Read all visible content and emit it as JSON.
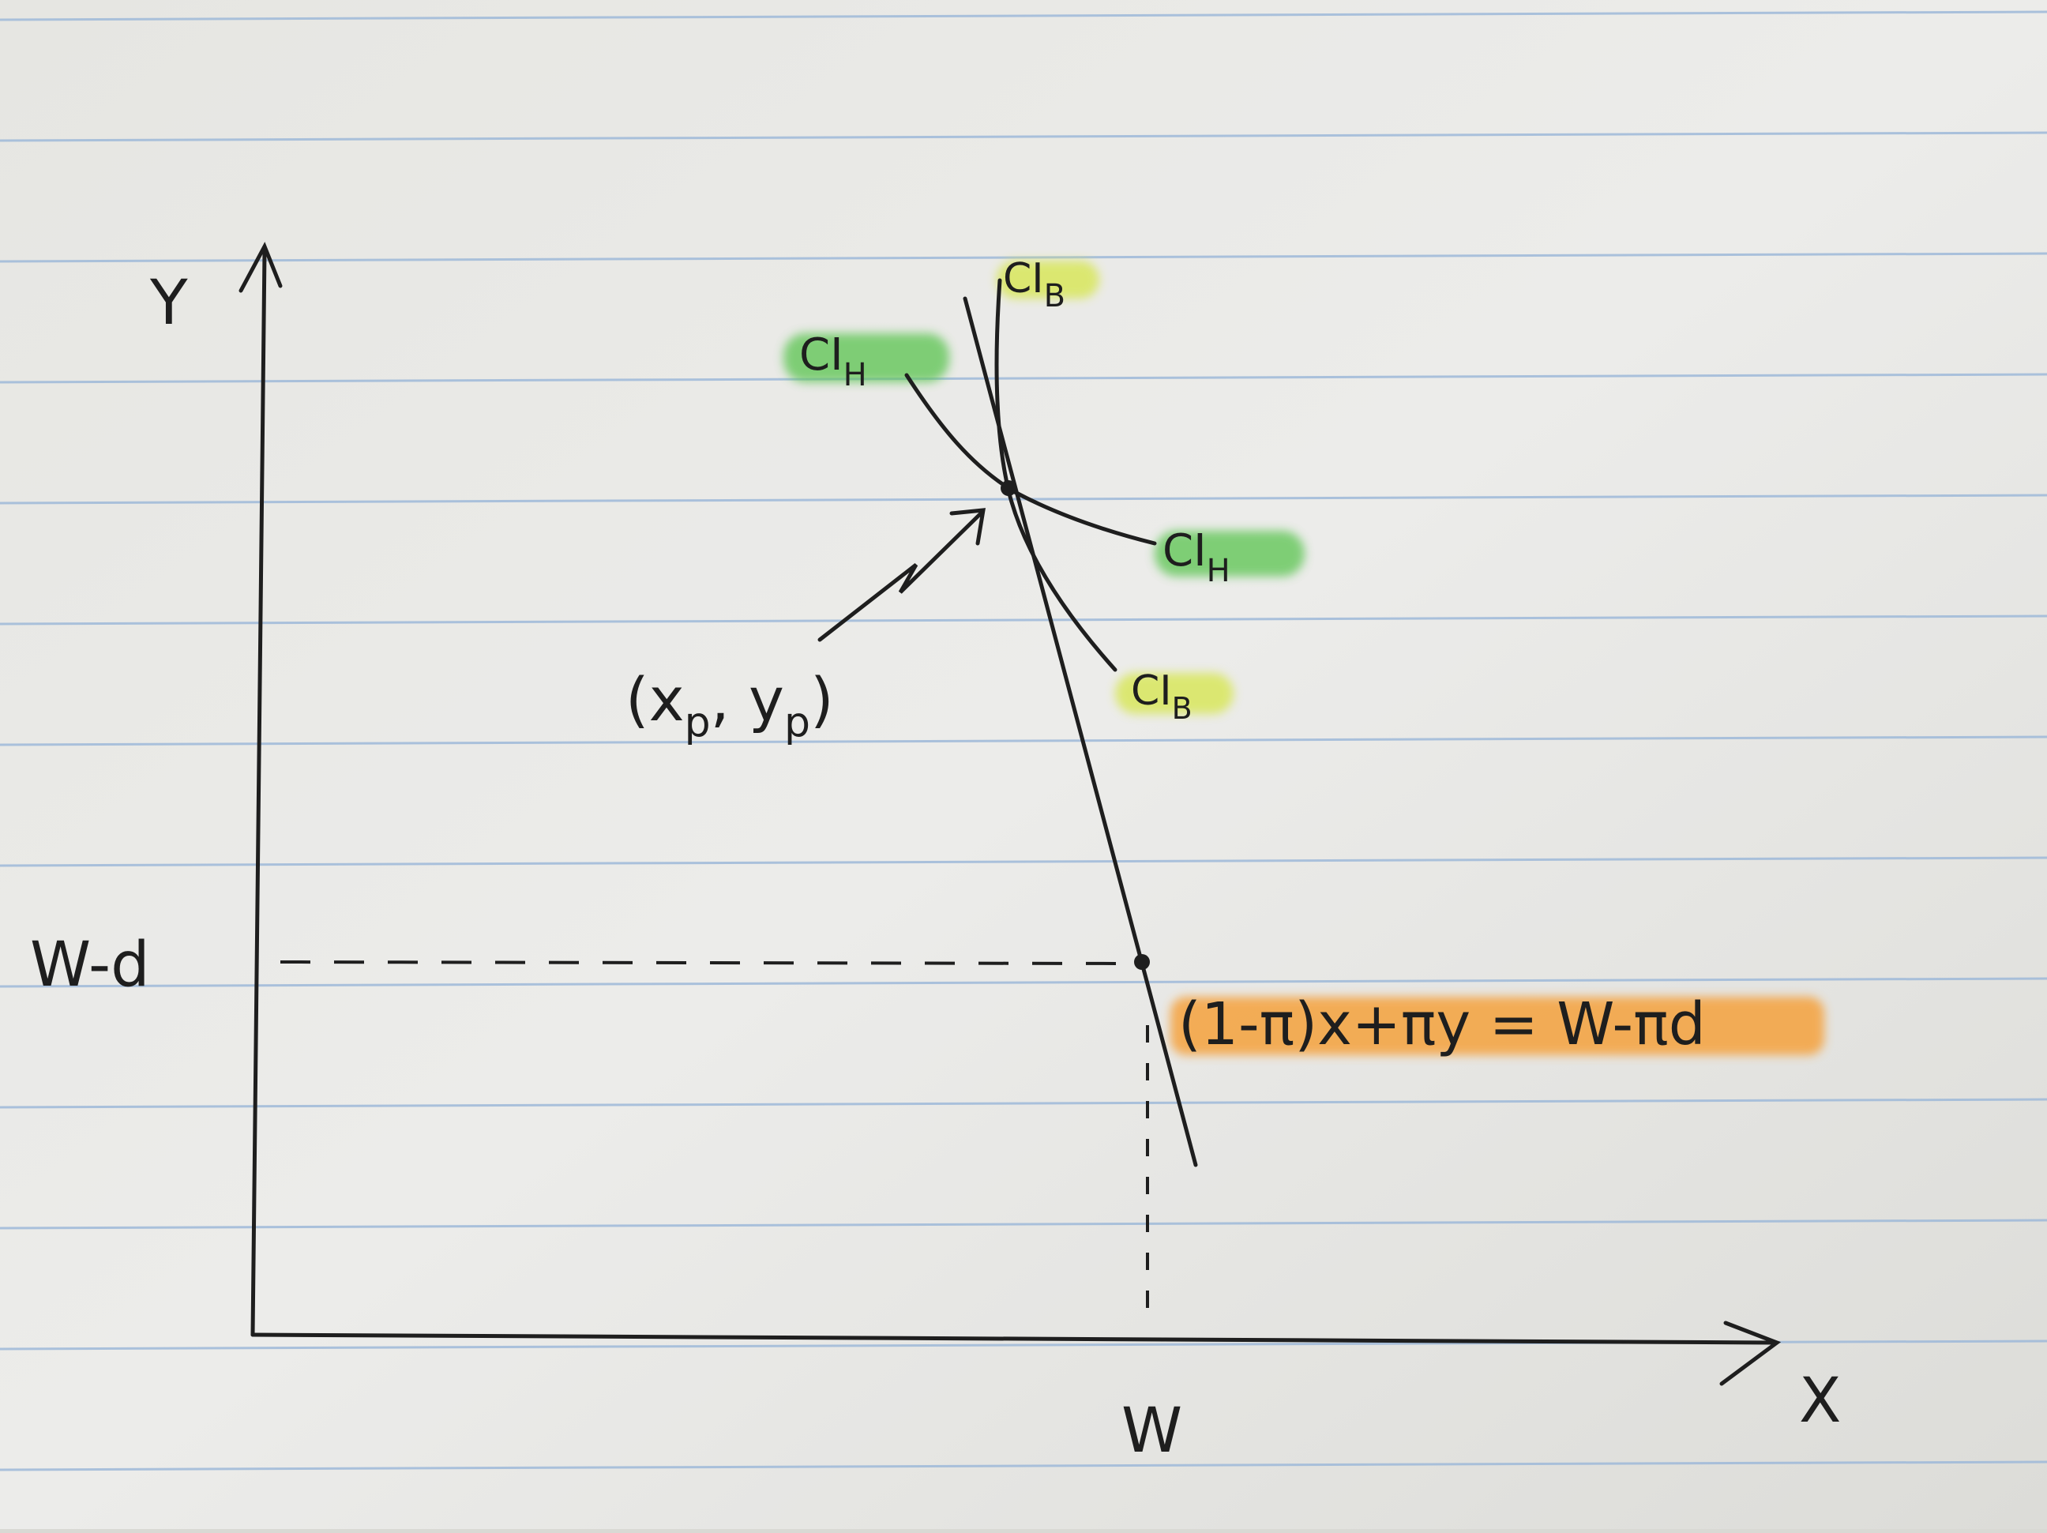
{
  "labels": {
    "y_axis": "Y",
    "x_axis": "X",
    "w_tick": "W",
    "wd_tick": "W-d",
    "ci_b_top_base": "CI",
    "ci_b_top_sub": "B",
    "ci_h_left_base": "CI",
    "ci_h_left_sub": "H",
    "ci_h_right_base": "CI",
    "ci_h_right_sub": "H",
    "ci_b_bottom_base": "CI",
    "ci_b_bottom_sub": "B",
    "point_label": "(x_p, y_p)",
    "point_label_open": "(x",
    "point_label_sub1": "p",
    "point_label_mid": ", y",
    "point_label_sub2": "p",
    "point_label_close": ")",
    "budget_equation": "(1-π)x+πy = W-πd"
  },
  "colors": {
    "paper": "#e9e9e6",
    "rule_line": "#9db8d8",
    "ink": "#1e1e1e",
    "highlight_green": "#5ac44f",
    "highlight_yellow": "#d6e64a",
    "highlight_orange": "#f5a23c"
  }
}
